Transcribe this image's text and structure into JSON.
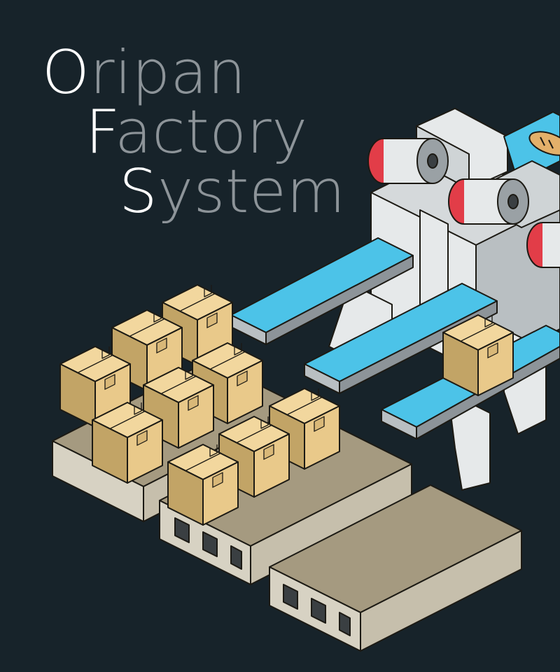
{
  "title": {
    "lines": [
      {
        "initial": "O",
        "rest": "ripan"
      },
      {
        "initial": "F",
        "rest": "actory"
      },
      {
        "initial": "S",
        "rest": "ystem"
      }
    ]
  },
  "colors": {
    "background": "#17232a",
    "title_initial": "#ffffff",
    "title_rest": "#8d9499",
    "belt": "#4cc3e8",
    "machine": "#e6e9ea",
    "roller_cap": "#e23d48",
    "box": "#e9c98a",
    "pallet": "#a59a80"
  },
  "scene": {
    "objects": [
      "conveyor-machine",
      "roller-icon",
      "bread-icon",
      "cardboard-box-icon",
      "wooden-pallet-icon"
    ]
  }
}
